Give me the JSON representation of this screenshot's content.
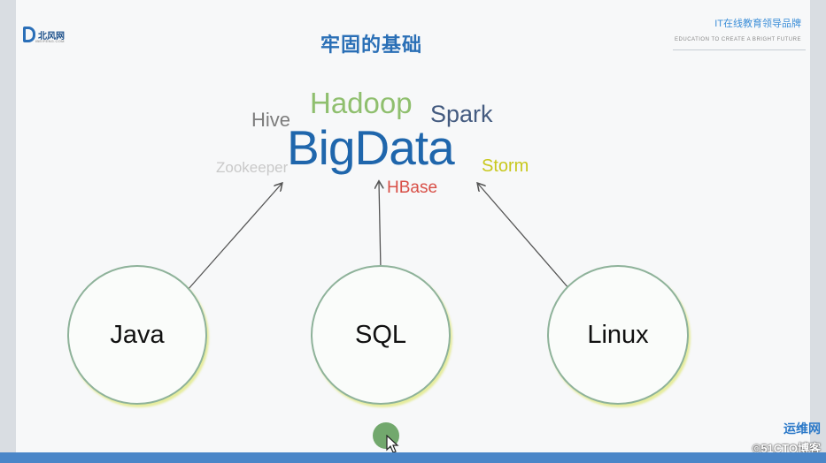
{
  "header": {
    "logo_text": "北风网",
    "logo_sub": "IBEIFENG.COM",
    "slogan_cn": "IT在线教育领导品牌",
    "slogan_en": "EDUCATION TO CREATE A BRIGHT FUTURE"
  },
  "title": "牢固的基础",
  "cloud": {
    "hadoop": "Hadoop",
    "hive": "Hive",
    "spark": "Spark",
    "bigdata": "BigData",
    "zookeeper": "Zookeeper",
    "storm": "Storm",
    "hbase": "HBase"
  },
  "foundations": {
    "java": "Java",
    "sql": "SQL",
    "linux": "Linux"
  },
  "watermark": {
    "top": "运维网",
    "bottom": "©51CTO博客"
  },
  "colors": {
    "title": "#2a6fb6",
    "bigdata": "#1f66ac",
    "hadoop": "#8fbf6e",
    "spark": "#445b80",
    "hbase": "#d84f47",
    "storm": "#c8c81d",
    "zookeeper": "#c9c9c9",
    "hive": "#7d7d7d"
  }
}
